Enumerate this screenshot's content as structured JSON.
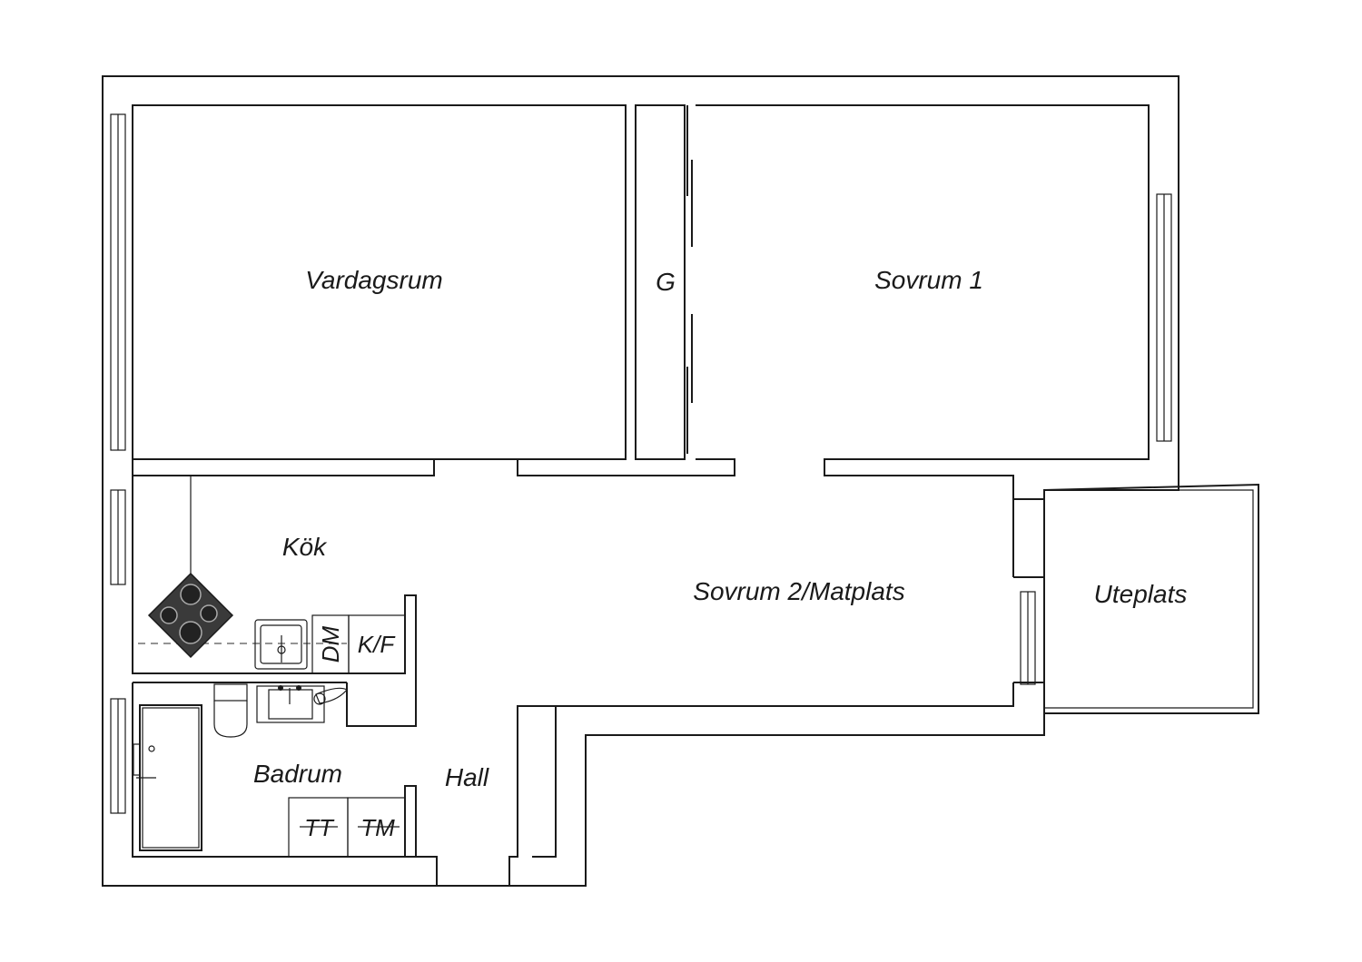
{
  "rooms": {
    "living": "Vardagsrum",
    "bedroom1": "Sovrum 1",
    "closet": "G",
    "kitchen": "Kök",
    "bedroom2": "Sovrum 2/Matplats",
    "patio": "Uteplats",
    "bathroom": "Badrum",
    "hall": "Hall"
  },
  "appliances": {
    "dishwasher": "DM",
    "fridge_freezer": "K/F",
    "dryer": "TT",
    "washer": "TM"
  },
  "colors": {
    "wall": "#1a1a1a",
    "stove": "#3a3a3a",
    "background": "#ffffff"
  }
}
